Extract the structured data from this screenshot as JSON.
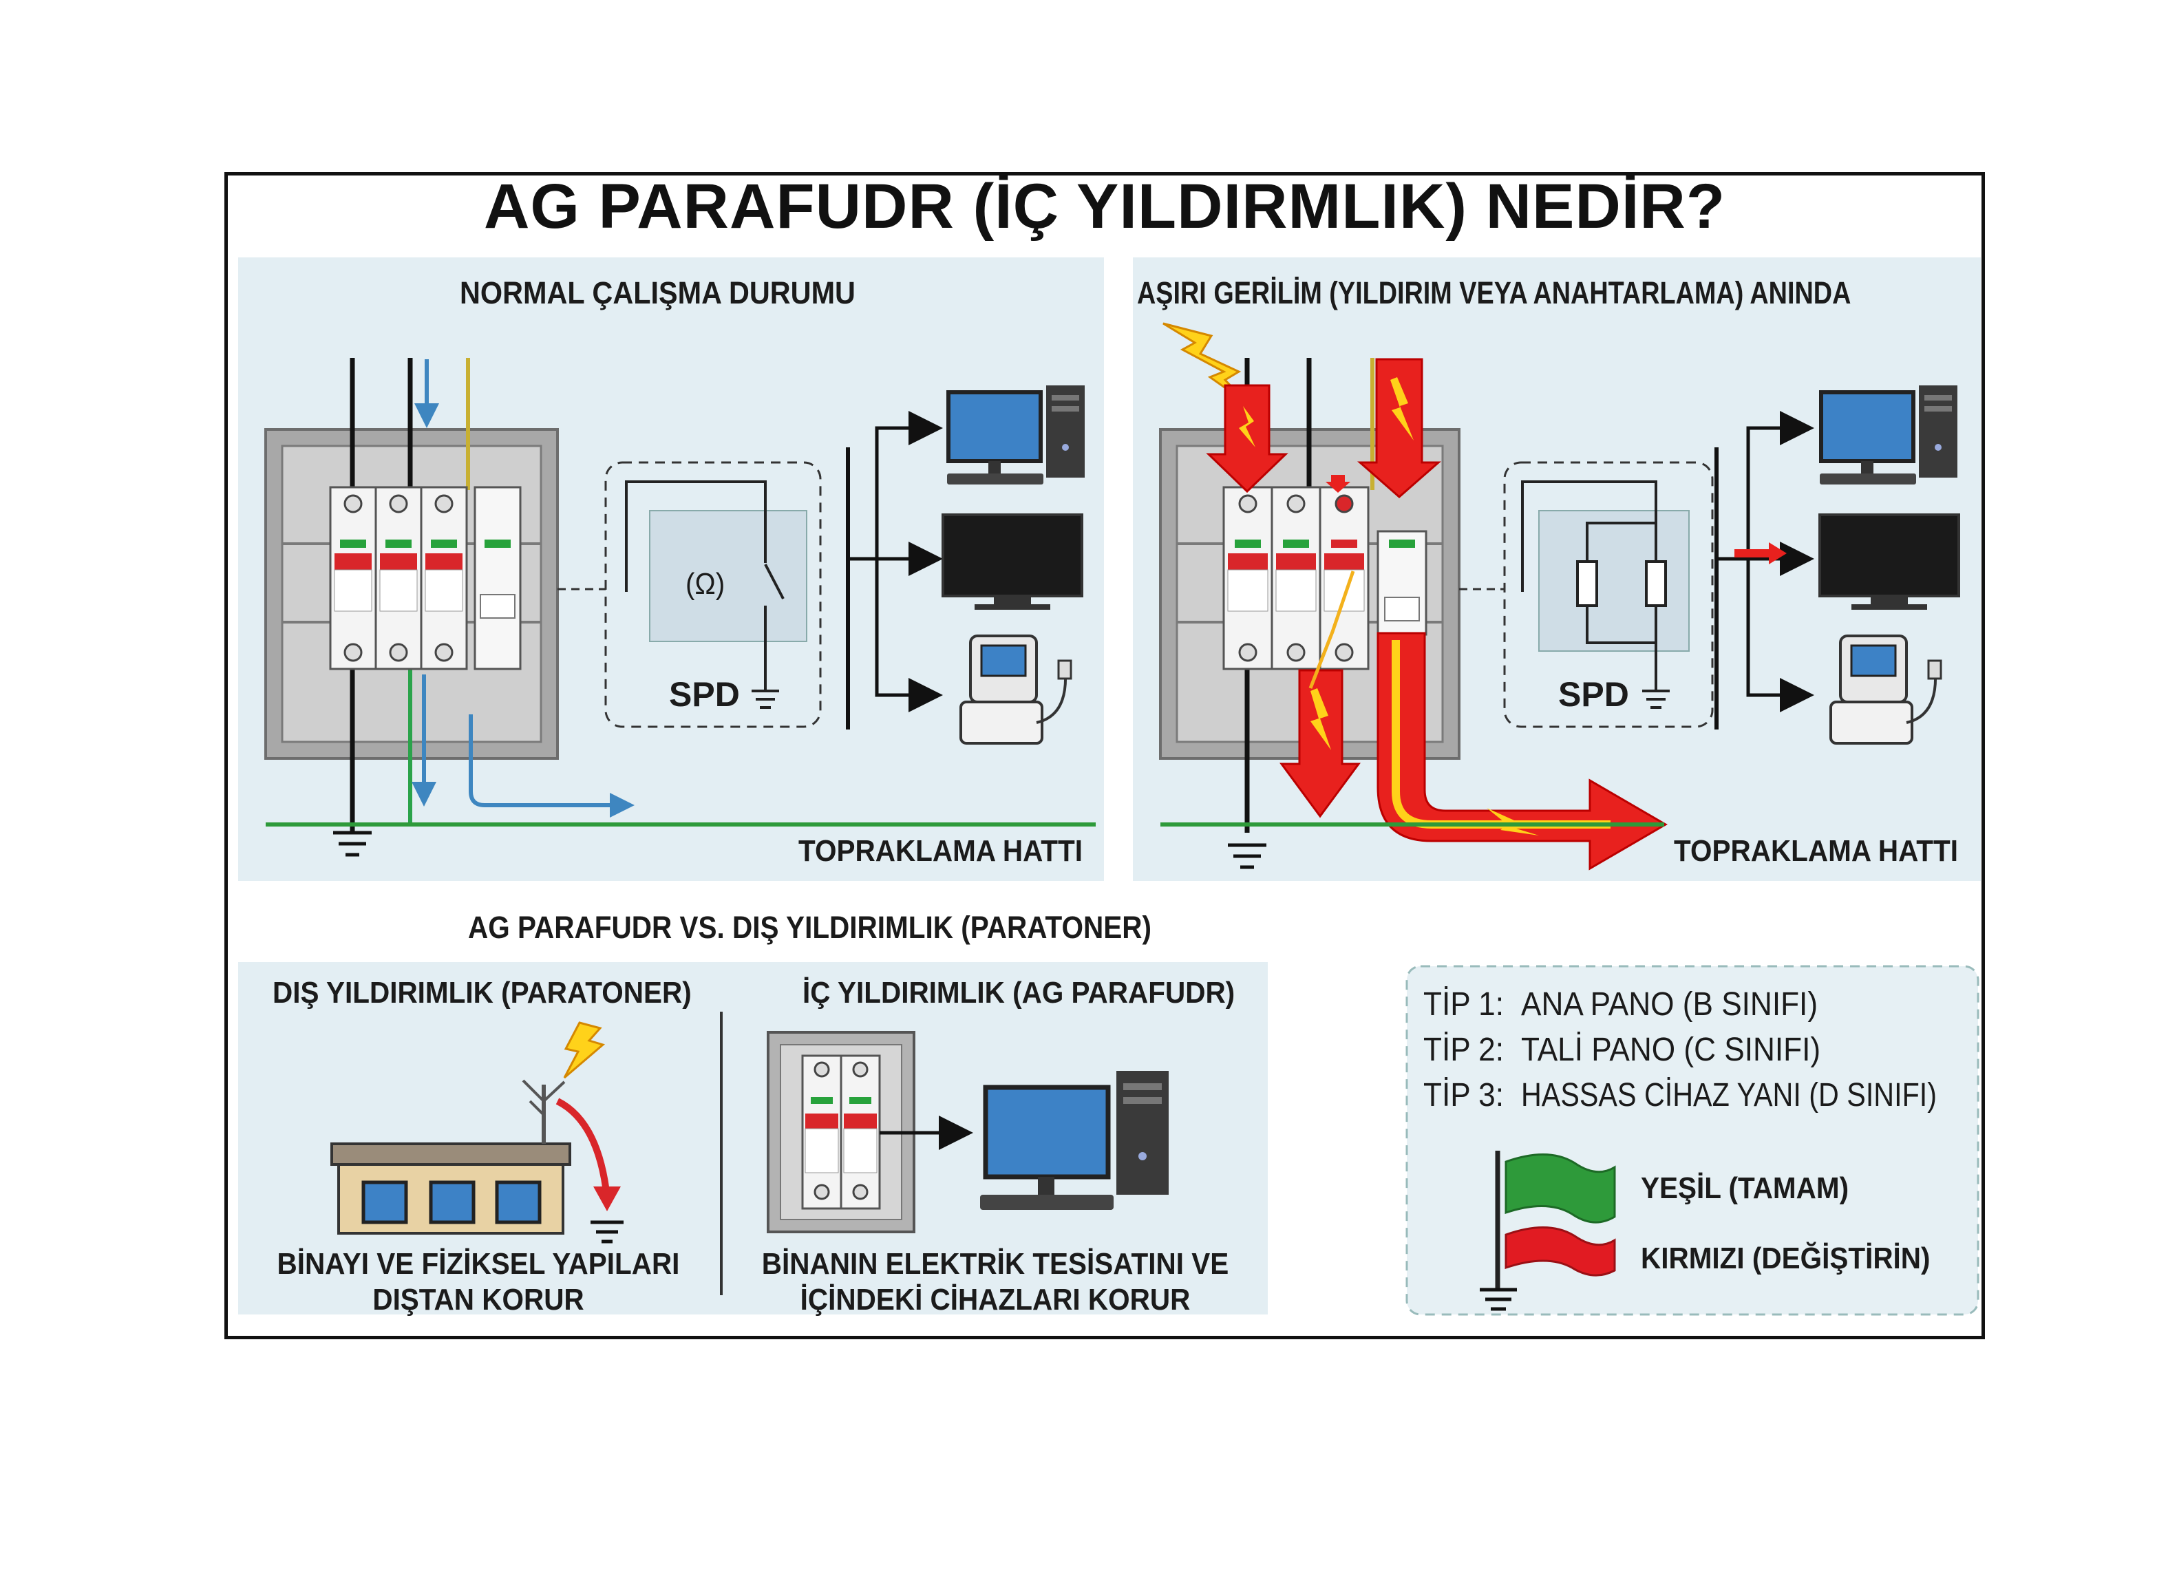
{
  "title": "AG PARAFUDR (İÇ YILDIRMLIK) NEDİR?",
  "normal": {
    "heading": "NORMAL ÇALIŞMA DURUMU",
    "spd_label": "SPD",
    "omega_label": "(Ω)",
    "ground_label": "TOPRAKLAMA HATTI"
  },
  "surge": {
    "heading": "AŞIRI GERİLİM (YILDIRIM VEYA ANAHTARLAMA) ANINDA",
    "spd_label": "SPD",
    "ground_label": "TOPRAKLAMA HATTI"
  },
  "comparison": {
    "heading": "AG PARAFUDR VS. DIŞ YILDIRIMLIK (PARATONER)",
    "external": {
      "heading": "DIŞ YILDIRIMLIK (PARATONER)",
      "caption_line1": "BİNAYI VE FİZİKSEL YAPILARI",
      "caption_line2": "DIŞTAN KORUR"
    },
    "internal": {
      "heading": "İÇ YILDIRIMLIK (AG PARAFUDR)",
      "caption_line1": "BİNANIN ELEKTRİK TESİSATINI VE",
      "caption_line2": "İÇİNDEKİ CİHAZLARI KORUR"
    }
  },
  "types": [
    {
      "code": "TİP 1:",
      "desc": "ANA PANO (B SINIFI)"
    },
    {
      "code": "TİP 2:",
      "desc": "TALİ PANO (C SINIFI)"
    },
    {
      "code": "TİP 3:",
      "desc": "HASSAS CİHAZ YANI (D SINIFI)"
    }
  ],
  "status": {
    "green_label": "YEŞİL (TAMAM)",
    "red_label": "KIRMIZI (DEĞİŞTİRİN)",
    "green_color": "#2e9a3a",
    "red_color": "#e11b22"
  }
}
